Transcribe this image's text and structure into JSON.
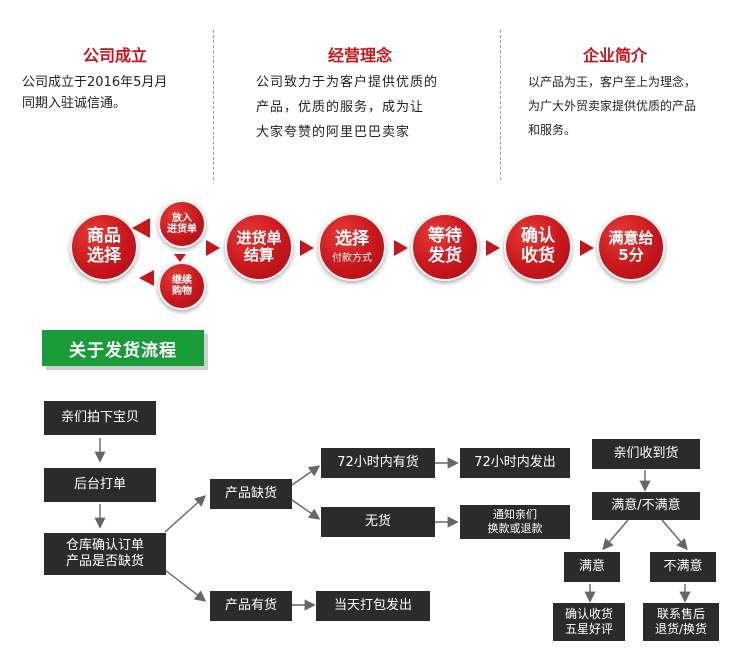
{
  "info": {
    "col1": {
      "title": "公司成立",
      "text": "公司成立于2016年5月月\n同期入驻诚信通。"
    },
    "col2": {
      "title": "经营理念",
      "text": "公司致力于为客户提供优质的\n产品，优质的服务，成为让\n大家夸赞的阿里巴巴卖家"
    },
    "col3": {
      "title": "企业简介",
      "text": "以产品为王，客户至上为理念，\n为广大外贸卖家提供优质的产品\n和服务。"
    }
  },
  "process": {
    "step1": "商品\n选择",
    "step_add": "放入\n进货单",
    "step_continue": "继续\n购物",
    "step2": "进货单\n结算",
    "step3_main": "选择",
    "step3_sub": "付款方式",
    "step4": "等待\n发货",
    "step5": "确认\n收货",
    "step6": "满意给\n5分"
  },
  "banner": {
    "label": "关于发货流程"
  },
  "flow": {
    "b1": "亲们拍下宝贝",
    "b2": "后台打单",
    "b3": "仓库确认订单\n产品是否缺货",
    "b4": "产品缺货",
    "b5": "产品有货",
    "b6": "72小时内有货",
    "b7": "无货",
    "b8": "72小时内发出",
    "b9": "通知亲们\n换款或退款",
    "b10": "当天打包发出",
    "b11": "亲们收到货",
    "b12": "满意/不满意",
    "b13": "满意",
    "b14": "不满意",
    "b15": "确认收货\n五星好评",
    "b16": "联系售后\n退货/换货"
  },
  "colors": {
    "red": "#c8161d",
    "green": "#1a9b3a",
    "box": "#2b2b2b"
  }
}
